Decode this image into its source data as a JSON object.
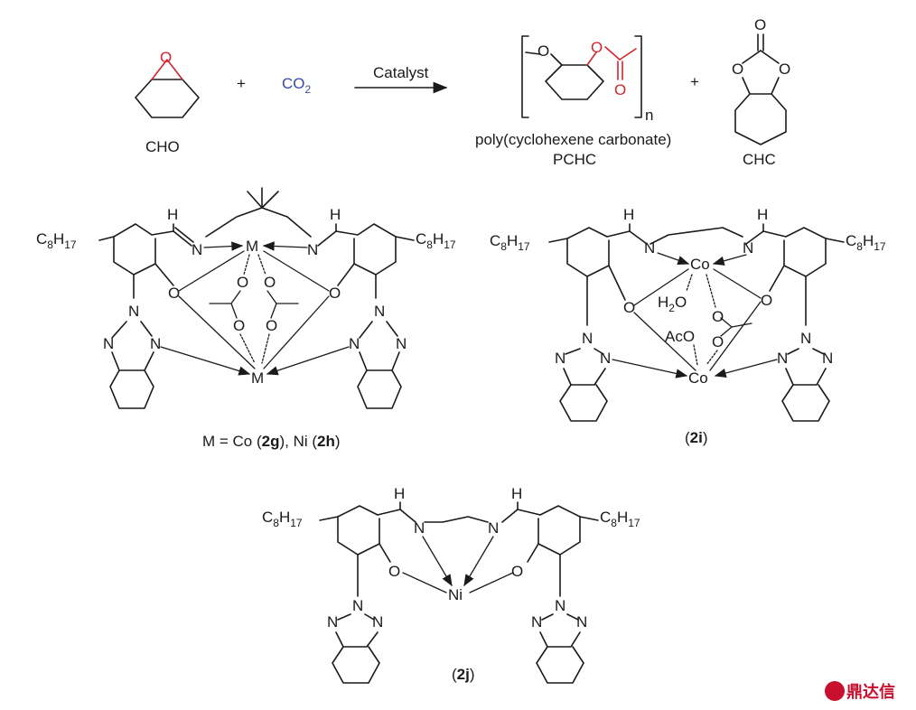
{
  "reaction": {
    "reactant1_label": "CHO",
    "reactant1_o": "O",
    "plus1": "+",
    "co2_main": "CO",
    "co2_sub": "2",
    "arrow_label": "Catalyst",
    "polymer_o1": "O",
    "polymer_o2": "O",
    "polymer_o3": "O",
    "polymer_n": "n",
    "polymer_name": "poly(cyclohexene carbonate)",
    "polymer_abbr": "PCHC",
    "plus2": "+",
    "chc_o_top": "O",
    "chc_o_left": "O",
    "chc_o_right": "O",
    "chc_label": "CHC"
  },
  "complex_2gh": {
    "h_left": "H",
    "h_right": "H",
    "n_left": "N",
    "n_right": "N",
    "metal_top": "M",
    "metal_bottom": "M",
    "alkyl_left": "C",
    "alkyl_left_sub1": "8",
    "alkyl_left_h": "H",
    "alkyl_left_sub2": "17",
    "alkyl_right": "C",
    "alkyl_right_sub1": "8",
    "alkyl_right_h": "H",
    "alkyl_right_sub2": "17",
    "o_phen_left": "O",
    "o_phen_right": "O",
    "o_ac1": "O",
    "o_ac2": "O",
    "o_ac3": "O",
    "o_ac4": "O",
    "btz_left_n1": "N",
    "btz_left_n2": "N",
    "btz_left_n3": "N",
    "btz_right_n1": "N",
    "btz_right_n2": "N",
    "btz_right_n3": "N",
    "caption_pre": "M = Co (",
    "caption_g": "2g",
    "caption_mid": "), Ni (",
    "caption_h": "2h",
    "caption_post": ")"
  },
  "complex_2i": {
    "h_left": "H",
    "h_right": "H",
    "n_left": "N",
    "n_right": "N",
    "co_top": "Co",
    "co_bottom": "Co",
    "water_h": "H",
    "water_sub": "2",
    "water_o": "O",
    "aco": "AcO",
    "alkyl_left": "C",
    "alkyl_left_sub1": "8",
    "alkyl_left_h": "H",
    "alkyl_left_sub2": "17",
    "alkyl_right": "C",
    "alkyl_right_sub1": "8",
    "alkyl_right_h": "H",
    "alkyl_right_sub2": "17",
    "o_phen_left": "O",
    "o_phen_right": "O",
    "o_ac1": "O",
    "o_ac2": "O",
    "btz_left_n1": "N",
    "btz_left_n2": "N",
    "btz_left_n3": "N",
    "btz_right_n1": "N",
    "btz_right_n2": "N",
    "btz_right_n3": "N",
    "caption_pre": "(",
    "caption_id": "2i",
    "caption_post": ")"
  },
  "complex_2j": {
    "h_left": "H",
    "h_right": "H",
    "n_left": "N",
    "n_right": "N",
    "metal": "Ni",
    "alkyl_left": "C",
    "alkyl_left_sub1": "8",
    "alkyl_left_h": "H",
    "alkyl_left_sub2": "17",
    "alkyl_right": "C",
    "alkyl_right_sub1": "8",
    "alkyl_right_h": "H",
    "alkyl_right_sub2": "17",
    "o_left": "O",
    "o_right": "O",
    "btz_left_n1": "N",
    "btz_left_n2": "N",
    "btz_left_n3": "N",
    "btz_right_n1": "N",
    "btz_right_n2": "N",
    "btz_right_n3": "N",
    "caption_pre": "(",
    "caption_id": "2j",
    "caption_post": ")"
  },
  "watermark": {
    "text": "鼎达信",
    "color": "#c8102e"
  },
  "colors": {
    "red": "#d0262d",
    "blue": "#3a4aa0",
    "ink": "#1a1a1a"
  }
}
